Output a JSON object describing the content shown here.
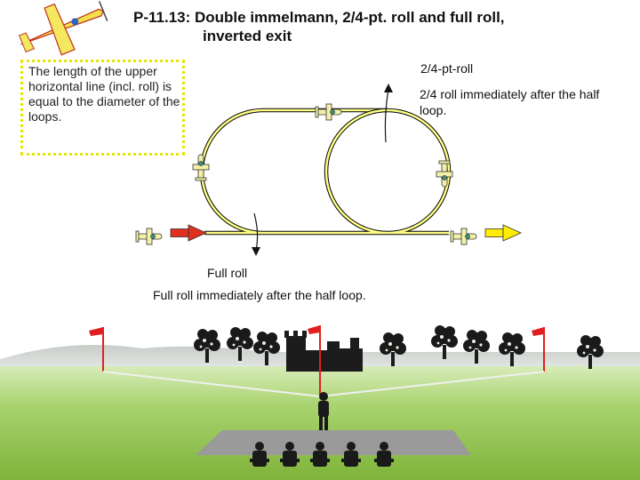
{
  "title": {
    "line1": "P-11.13: Double immelmann, 2/4-pt. roll and full roll,",
    "line2": "inverted exit"
  },
  "note": "The length of the upper horizontal line (incl. roll) is equal to the diameter of the loops.",
  "top_roll": {
    "label": "2/4-pt-roll",
    "description": "2/4 roll immediately after the half loop."
  },
  "bottom_roll": {
    "label": "Full roll",
    "description": "Full roll immediately after the half loop."
  },
  "colors": {
    "path_yellow": "#ffff88",
    "entry_arrow": "#e0301e",
    "exit_arrow": "#ffee00",
    "note_border": "#e6e600",
    "grass": "#8fc24a",
    "sky": "#ffffff",
    "flag": "#e02020"
  },
  "icons": [
    "model-airplane-icon",
    "airplane-icon",
    "tree-icon",
    "castle-icon",
    "flag-icon",
    "pilot-icon",
    "judge-icon"
  ]
}
